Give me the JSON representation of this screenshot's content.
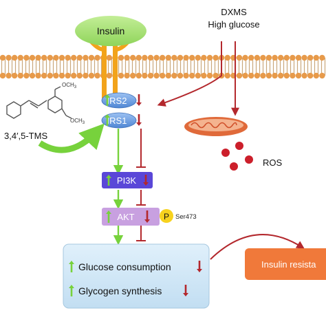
{
  "labels": {
    "insulin": "Insulin",
    "stimulus_line1": "DXMS",
    "stimulus_line2": "High glucose",
    "irs2": "IRS2",
    "irs1": "IRS1",
    "compound_name": "3,4′,5-TMS",
    "methoxy_top": "OCH",
    "methoxy_top_sub": "3",
    "methoxy_bottom": "OCH",
    "methoxy_bottom_sub": "3",
    "ros": "ROS",
    "pi3k": "PI3K",
    "akt": "AKT",
    "phospho": "P",
    "phospho_site": "Ser473",
    "glucose_consumption": "Glucose consumption",
    "glycogen_synthesis": "Glycogen synthesis",
    "insulin_resistance": "Insulin resista"
  },
  "colors": {
    "membrane_head": "#e79a4a",
    "membrane_tail": "#d9b98a",
    "insulin_fill": "#a6de74",
    "receptor": "#f2a31b",
    "irs_fill": "#6f9fe0",
    "pi3k_fill": "#5a47d8",
    "akt_fill": "#c8a0e0",
    "phospho_fill": "#f7d21e",
    "outcome_box_fill": "#cfe6f6",
    "insulin_resistance_fill": "#f0793a",
    "up_arrow": "#77d23c",
    "down_arrow": "#b3282d",
    "ros": "#cc1f2b",
    "mitochondrion": "#e06a3a"
  },
  "icons": {
    "up": "up-arrow-icon",
    "down": "down-arrow-icon",
    "mito": "mitochondrion-icon"
  }
}
